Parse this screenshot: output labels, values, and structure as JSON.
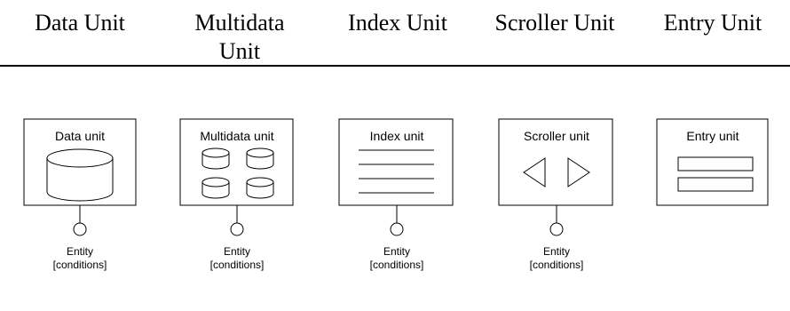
{
  "header": {
    "columns": [
      "Data Unit",
      "Multidata",
      "Unit",
      "Index Unit",
      "Scroller Unit",
      "Entry Unit"
    ]
  },
  "units": [
    {
      "box_label": "Data unit",
      "entity": "Entity",
      "conditions": "[conditions]",
      "icon": "database-cylinder-icon"
    },
    {
      "box_label": "Multidata unit",
      "entity": "Entity",
      "conditions": "[conditions]",
      "icon": "multiple-database-icon"
    },
    {
      "box_label": "Index unit",
      "entity": "Entity",
      "conditions": "[conditions]",
      "icon": "list-lines-icon"
    },
    {
      "box_label": "Scroller unit",
      "entity": "Entity",
      "conditions": "[conditions]",
      "icon": "scroll-arrows-icon"
    },
    {
      "box_label": "Entry unit",
      "icon": "entry-fields-icon"
    }
  ],
  "colors": {
    "stroke": "#000000",
    "background": "#ffffff"
  }
}
